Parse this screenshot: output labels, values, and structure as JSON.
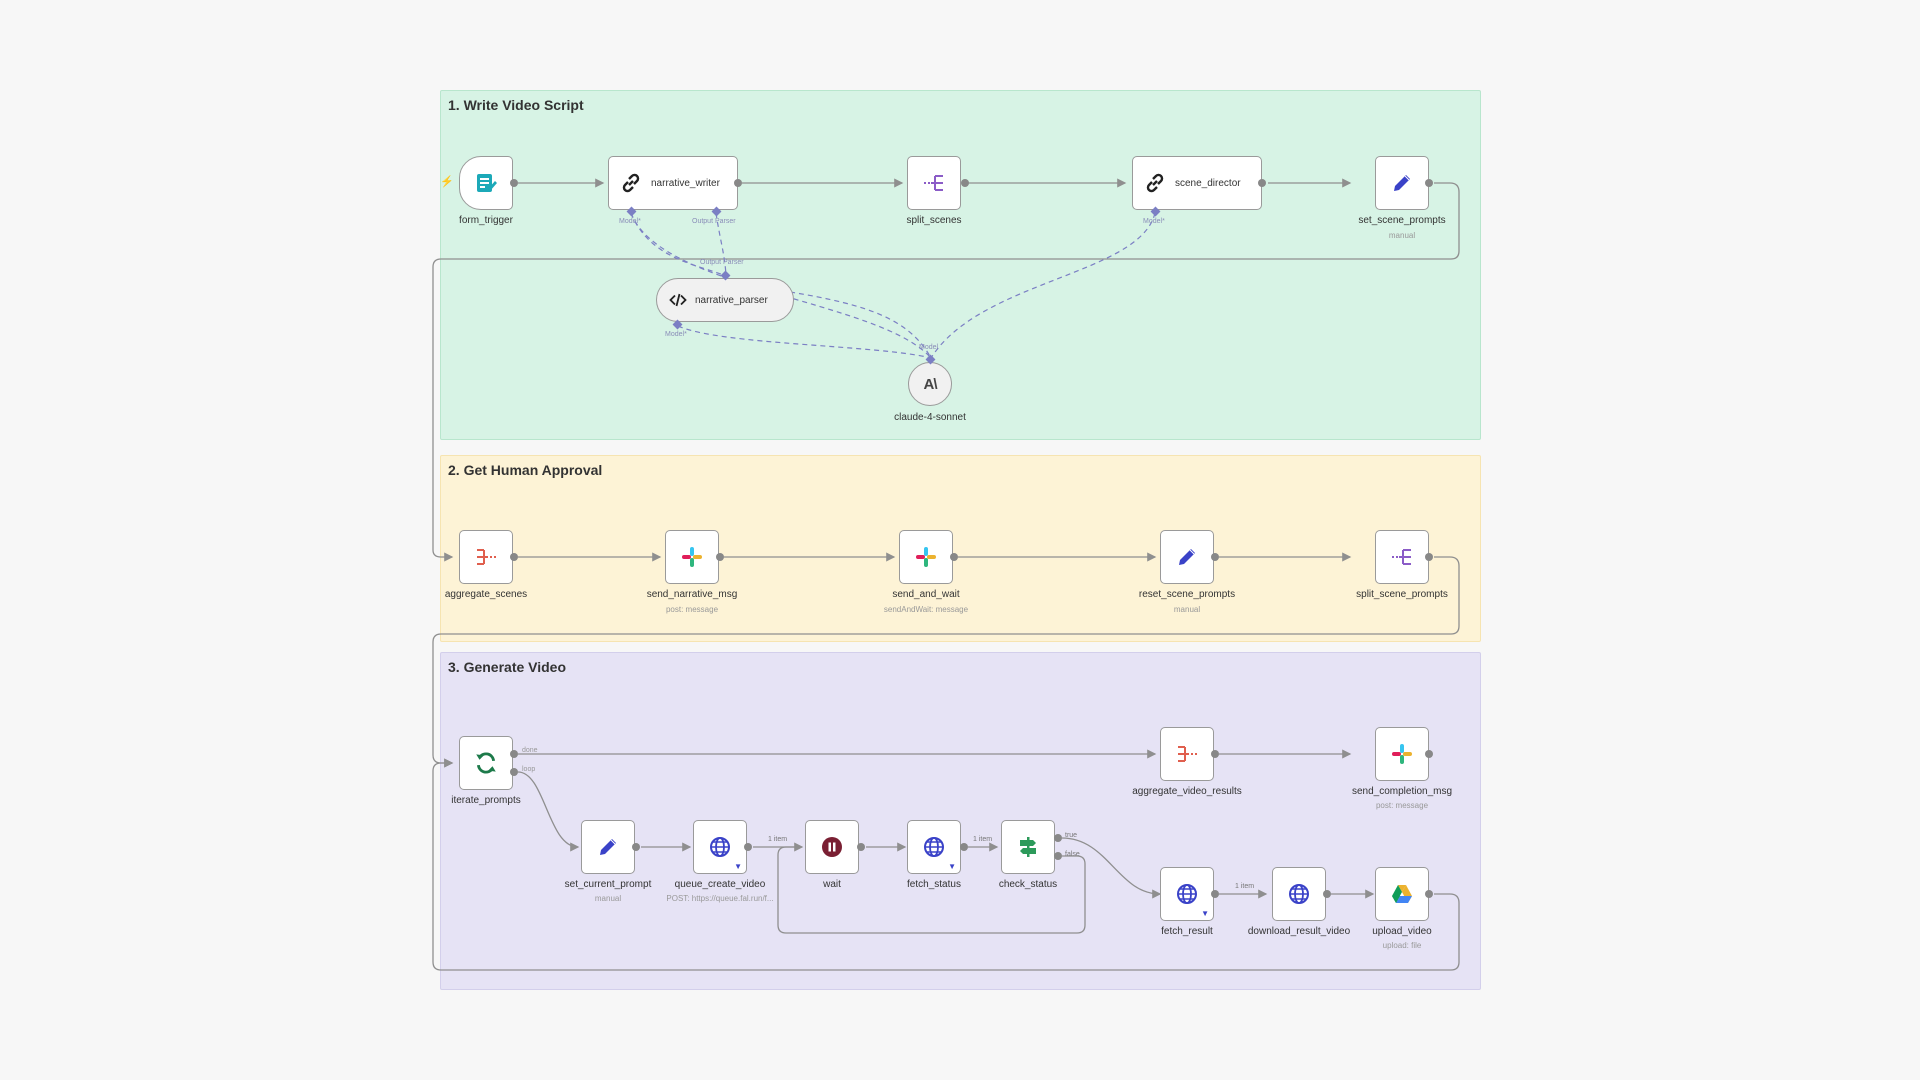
{
  "sections": [
    {
      "id": "write",
      "title": "1. Write Video Script",
      "color": "#d7f3e5",
      "border": "#b8e6cd"
    },
    {
      "id": "approval",
      "title": "2. Get Human Approval",
      "color": "#fdf3d6",
      "border": "#f6e4b1"
    },
    {
      "id": "generate",
      "title": "3. Generate Video",
      "color": "#e6e3f5",
      "border": "#d3cfeb"
    }
  ],
  "nodes": {
    "form_trigger": {
      "label": "form_trigger",
      "subtitle": "",
      "icon": "form-icon"
    },
    "narrative_writer": {
      "label": "narrative_writer",
      "subtitle": "",
      "icon": "chain-icon"
    },
    "split_scenes": {
      "label": "split_scenes",
      "subtitle": "",
      "icon": "split-out-icon"
    },
    "scene_director": {
      "label": "scene_director",
      "subtitle": "",
      "icon": "chain-icon"
    },
    "set_scene_prompts": {
      "label": "set_scene_prompts",
      "subtitle": "manual",
      "icon": "pencil-icon"
    },
    "narrative_parser": {
      "label": "narrative_parser",
      "subtitle": "",
      "icon": "code-icon"
    },
    "claude_4_sonnet": {
      "label": "claude-4-sonnet",
      "subtitle": "",
      "icon": "anthropic-icon"
    },
    "aggregate_scenes": {
      "label": "aggregate_scenes",
      "subtitle": "",
      "icon": "aggregate-icon"
    },
    "send_narrative_msg": {
      "label": "send_narrative_msg",
      "subtitle": "post: message",
      "icon": "slack-icon"
    },
    "send_and_wait": {
      "label": "send_and_wait",
      "subtitle": "sendAndWait: message",
      "icon": "slack-icon"
    },
    "reset_scene_prompts": {
      "label": "reset_scene_prompts",
      "subtitle": "manual",
      "icon": "pencil-icon"
    },
    "split_scene_prompts": {
      "label": "split_scene_prompts",
      "subtitle": "",
      "icon": "split-out-icon"
    },
    "iterate_prompts": {
      "label": "iterate_prompts",
      "subtitle": "",
      "icon": "loop-icon"
    },
    "aggregate_video_results": {
      "label": "aggregate_video_results",
      "subtitle": "",
      "icon": "aggregate-icon"
    },
    "send_completion_msg": {
      "label": "send_completion_msg",
      "subtitle": "post: message",
      "icon": "slack-icon"
    },
    "set_current_prompt": {
      "label": "set_current_prompt",
      "subtitle": "manual",
      "icon": "pencil-icon"
    },
    "queue_create_video": {
      "label": "queue_create_video",
      "subtitle": "POST: https://queue.fal.run/f...",
      "icon": "globe-icon"
    },
    "wait": {
      "label": "wait",
      "subtitle": "",
      "icon": "pause-icon"
    },
    "fetch_status": {
      "label": "fetch_status",
      "subtitle": "",
      "icon": "globe-icon"
    },
    "check_status": {
      "label": "check_status",
      "subtitle": "",
      "icon": "if-icon"
    },
    "fetch_result": {
      "label": "fetch_result",
      "subtitle": "",
      "icon": "globe-icon"
    },
    "download_result_video": {
      "label": "download_result_video",
      "subtitle": "",
      "icon": "globe-icon"
    },
    "upload_video": {
      "label": "upload_video",
      "subtitle": "upload: file",
      "icon": "google-drive-icon"
    }
  },
  "connector_labels": {
    "model": "Model*",
    "output_parser": "Output Parser",
    "model_plain": "Model",
    "done": "done",
    "loop": "loop",
    "true": "true",
    "false": "false",
    "one_item": "1 item"
  },
  "colors": {
    "connection": "#8f8f8f",
    "sub_connection": "#7b7fc4",
    "slack_red": "#e01e5a",
    "slack_green": "#2eb67d",
    "slack_blue": "#36c5f0",
    "slack_yellow": "#ecb22e",
    "pencil": "#3a42c8",
    "globe": "#3a42c8",
    "split_purple": "#8b5cc7",
    "aggregate_red": "#e05f4e",
    "loop_green": "#1d7a4a",
    "if_green": "#2c9a5a",
    "wait_maroon": "#7a1f33",
    "form_teal": "#1ca9b8"
  }
}
